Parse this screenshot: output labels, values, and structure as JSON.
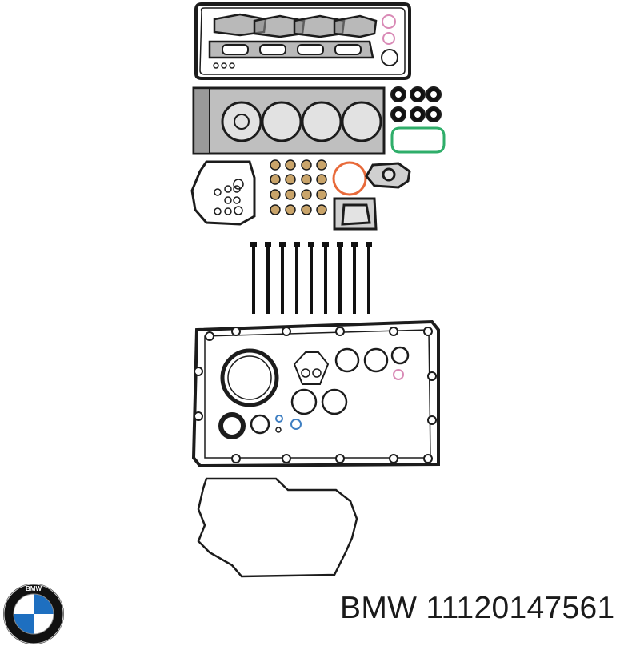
{
  "brand": "BMW",
  "part_number": "11120147561",
  "logo_letters": "BMW",
  "colors": {
    "line": "#1c1c1c",
    "gasket_fill": "#8a8a8a",
    "seal_fill": "#c9a46a",
    "green_gasket": "#2fae6a",
    "orange_ring": "#e86a3a",
    "pink_ring": "#d98ab6",
    "blue_ring": "#3f7fc2",
    "logo_blue": "#1e6fc0",
    "logo_black": "#111111"
  }
}
